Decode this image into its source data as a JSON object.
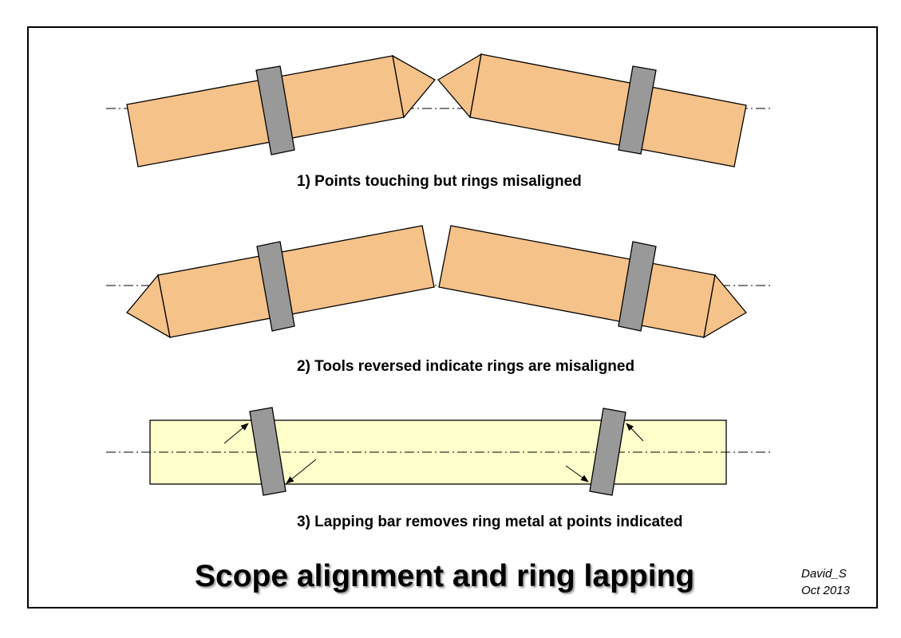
{
  "diagram": {
    "title": "Scope alignment and ring lapping",
    "author": "David_S",
    "date": "Oct 2013",
    "steps": [
      {
        "caption": "1) Points touching but rings misaligned"
      },
      {
        "caption": "2) Tools reversed indicate rings are misaligned"
      },
      {
        "caption": "3) Lapping bar removes ring metal at points indicated"
      }
    ]
  },
  "colors": {
    "tool_body": "#f5c28a",
    "ring": "#999999",
    "lapping_bar": "#ffffcc",
    "outline": "#000000",
    "centerline": "#000000"
  }
}
